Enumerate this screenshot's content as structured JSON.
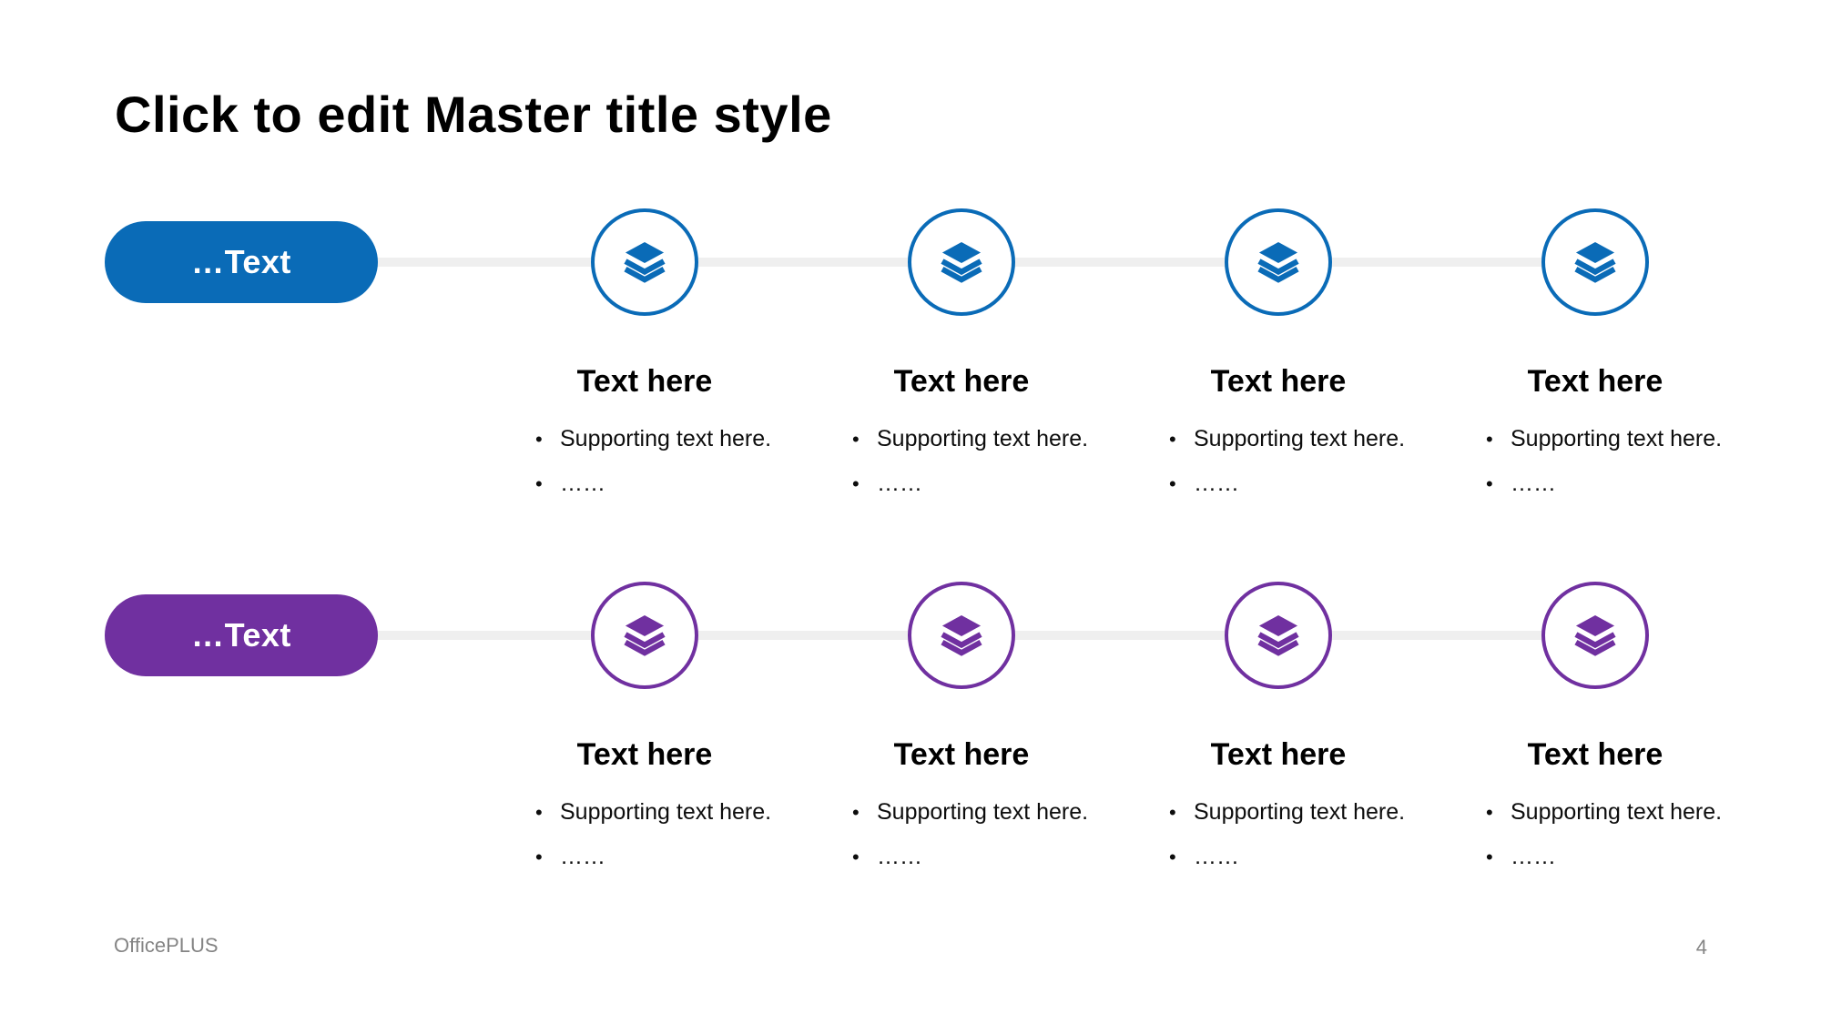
{
  "slide": {
    "title": "Click to edit Master title style",
    "colors": {
      "blue": "#0a6bb7",
      "purple": "#7030a0",
      "connector_gray": "#efefef",
      "footer_gray": "#848484"
    },
    "rows": [
      {
        "label": "…Text",
        "theme": "blue",
        "items": [
          {
            "icon": "layers-icon",
            "heading": "Text here",
            "bullets": [
              "Supporting text here.",
              "……"
            ]
          },
          {
            "icon": "layers-icon",
            "heading": "Text here",
            "bullets": [
              "Supporting text here.",
              "……"
            ]
          },
          {
            "icon": "layers-icon",
            "heading": "Text here",
            "bullets": [
              "Supporting text here.",
              "……"
            ]
          },
          {
            "icon": "layers-icon",
            "heading": "Text here",
            "bullets": [
              "Supporting text here.",
              "……"
            ]
          }
        ]
      },
      {
        "label": "…Text",
        "theme": "purple",
        "items": [
          {
            "icon": "layers-icon",
            "heading": "Text here",
            "bullets": [
              "Supporting text here.",
              "……"
            ]
          },
          {
            "icon": "layers-icon",
            "heading": "Text here",
            "bullets": [
              "Supporting text here.",
              "……"
            ]
          },
          {
            "icon": "layers-icon",
            "heading": "Text here",
            "bullets": [
              "Supporting text here.",
              "……"
            ]
          },
          {
            "icon": "layers-icon",
            "heading": "Text here",
            "bullets": [
              "Supporting text here.",
              "……"
            ]
          }
        ]
      }
    ],
    "footer": {
      "brand": "OfficePLUS",
      "page_number": "4"
    },
    "bullet_glyph": "•"
  }
}
